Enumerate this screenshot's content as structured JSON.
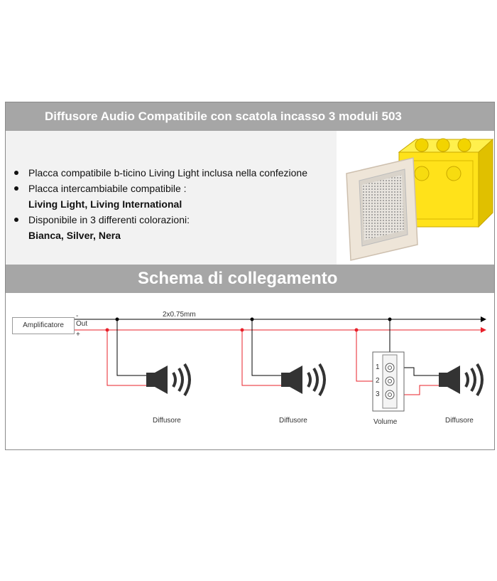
{
  "header": {
    "title": "Diffusore Audio Compatibile con scatola incasso 3 moduli 503"
  },
  "features": {
    "items": [
      {
        "text": "Placca compatibile b-ticino Living Light inclusa nella confezione",
        "bold": ""
      },
      {
        "text": "Placca intercambiabile compatibile :",
        "bold": "Living Light, Living International"
      },
      {
        "text": "Disponibile in 3 differenti colorazioni:",
        "bold": "Bianca, Silver, Nera"
      }
    ]
  },
  "schema": {
    "title": "Schema di collegamento",
    "amplifier_label": "Amplificatore",
    "cable_label": "2x0.75mm",
    "out_label": "Out",
    "minus_label": "-",
    "plus_label": "+",
    "speaker_labels": [
      "Diffusore",
      "Diffusore",
      "Diffusore"
    ],
    "volume_label": "Volume",
    "terminal_numbers": [
      "1",
      "2",
      "3"
    ],
    "colors": {
      "negative": "#000000",
      "positive": "#e8202a",
      "speaker": "#333333"
    }
  }
}
